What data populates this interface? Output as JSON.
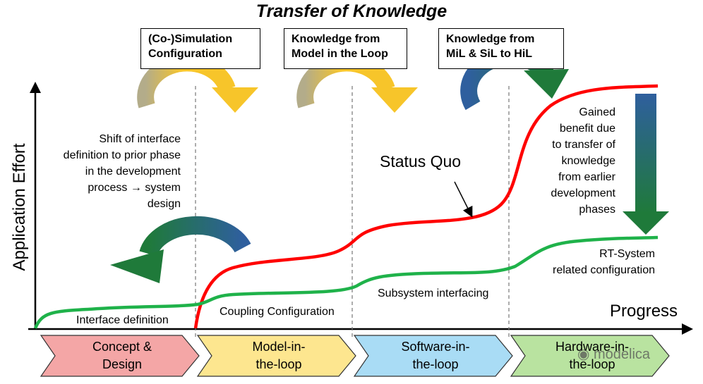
{
  "title": "Transfer of Knowledge",
  "axes": {
    "y_label": "Application Effort",
    "x_label": "Progress"
  },
  "boxes": [
    {
      "text": "(Co-)Simulation\nConfiguration"
    },
    {
      "text": "Knowledge from\nModel in the Loop"
    },
    {
      "text": "Knowledge from\nMiL & SiL to HiL"
    }
  ],
  "annotations": {
    "shift_note": "Shift of interface\ndefinition to prior phase\nin the development\nprocess → system\ndesign",
    "status_quo": "Status Quo",
    "gained_benefit": "Gained\nbenefit due\nto transfer of\nknowledge\nfrom earlier\ndevelopment\nphases",
    "rt_system": "RT-System\nrelated configuration",
    "interface_definition": "Interface definition",
    "coupling_configuration": "Coupling Configuration",
    "subsystem_interfacing": "Subsystem interfacing"
  },
  "phases": [
    {
      "label": "Concept &\nDesign",
      "color": "#f4a6a6"
    },
    {
      "label": "Model-in-\nthe-loop",
      "color": "#fde68f"
    },
    {
      "label": "Software-in-\nthe-loop",
      "color": "#a9dcf5"
    },
    {
      "label": "Hardware-in-\nthe-loop",
      "color": "#b9e3a0"
    }
  ],
  "colors": {
    "status_quo_curve": "#ff0000",
    "improved_curve": "#1fb24a",
    "arrow_yellow": "#f7c52a",
    "arrow_blue": "#2f5f9e",
    "arrow_green": "#1f7a3a"
  },
  "watermark": "modelica"
}
